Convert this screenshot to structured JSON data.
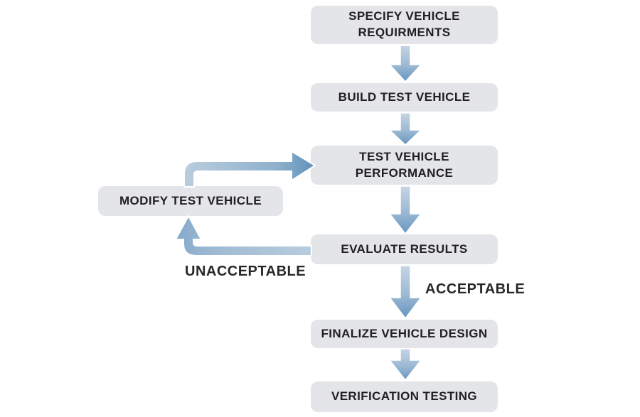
{
  "diagram": {
    "type": "flowchart",
    "nodes": [
      {
        "id": "specify",
        "label": "SPECIFY VEHICLE REQUIRMENTS"
      },
      {
        "id": "build",
        "label": "BUILD TEST VEHICLE"
      },
      {
        "id": "test",
        "label": "TEST VEHICLE PERFORMANCE"
      },
      {
        "id": "modify",
        "label": "MODIFY TEST VEHICLE"
      },
      {
        "id": "evaluate",
        "label": "EVALUATE RESULTS"
      },
      {
        "id": "finalize",
        "label": "FINALIZE VEHICLE DESIGN"
      },
      {
        "id": "verify",
        "label": "VERIFICATION TESTING"
      }
    ],
    "edges": [
      {
        "from": "specify",
        "to": "build",
        "label": ""
      },
      {
        "from": "build",
        "to": "test",
        "label": ""
      },
      {
        "from": "test",
        "to": "evaluate",
        "label": ""
      },
      {
        "from": "evaluate",
        "to": "modify",
        "label": "UNACCEPTABLE"
      },
      {
        "from": "modify",
        "to": "test",
        "label": ""
      },
      {
        "from": "evaluate",
        "to": "finalize",
        "label": "ACCEPTABLE"
      },
      {
        "from": "finalize",
        "to": "verify",
        "label": ""
      }
    ],
    "edge_labels": {
      "unacceptable": "UNACCEPTABLE",
      "acceptable": "ACCEPTABLE"
    },
    "colors": {
      "background": "#ffffff",
      "box_fill": "#e3e5e8",
      "text": "#231f20",
      "arrow_light": "#c6d5e3",
      "arrow_mid": "#9cb9d3",
      "arrow_dark": "#6695bf",
      "arrow_loop_dark": "#5f92bc"
    }
  }
}
